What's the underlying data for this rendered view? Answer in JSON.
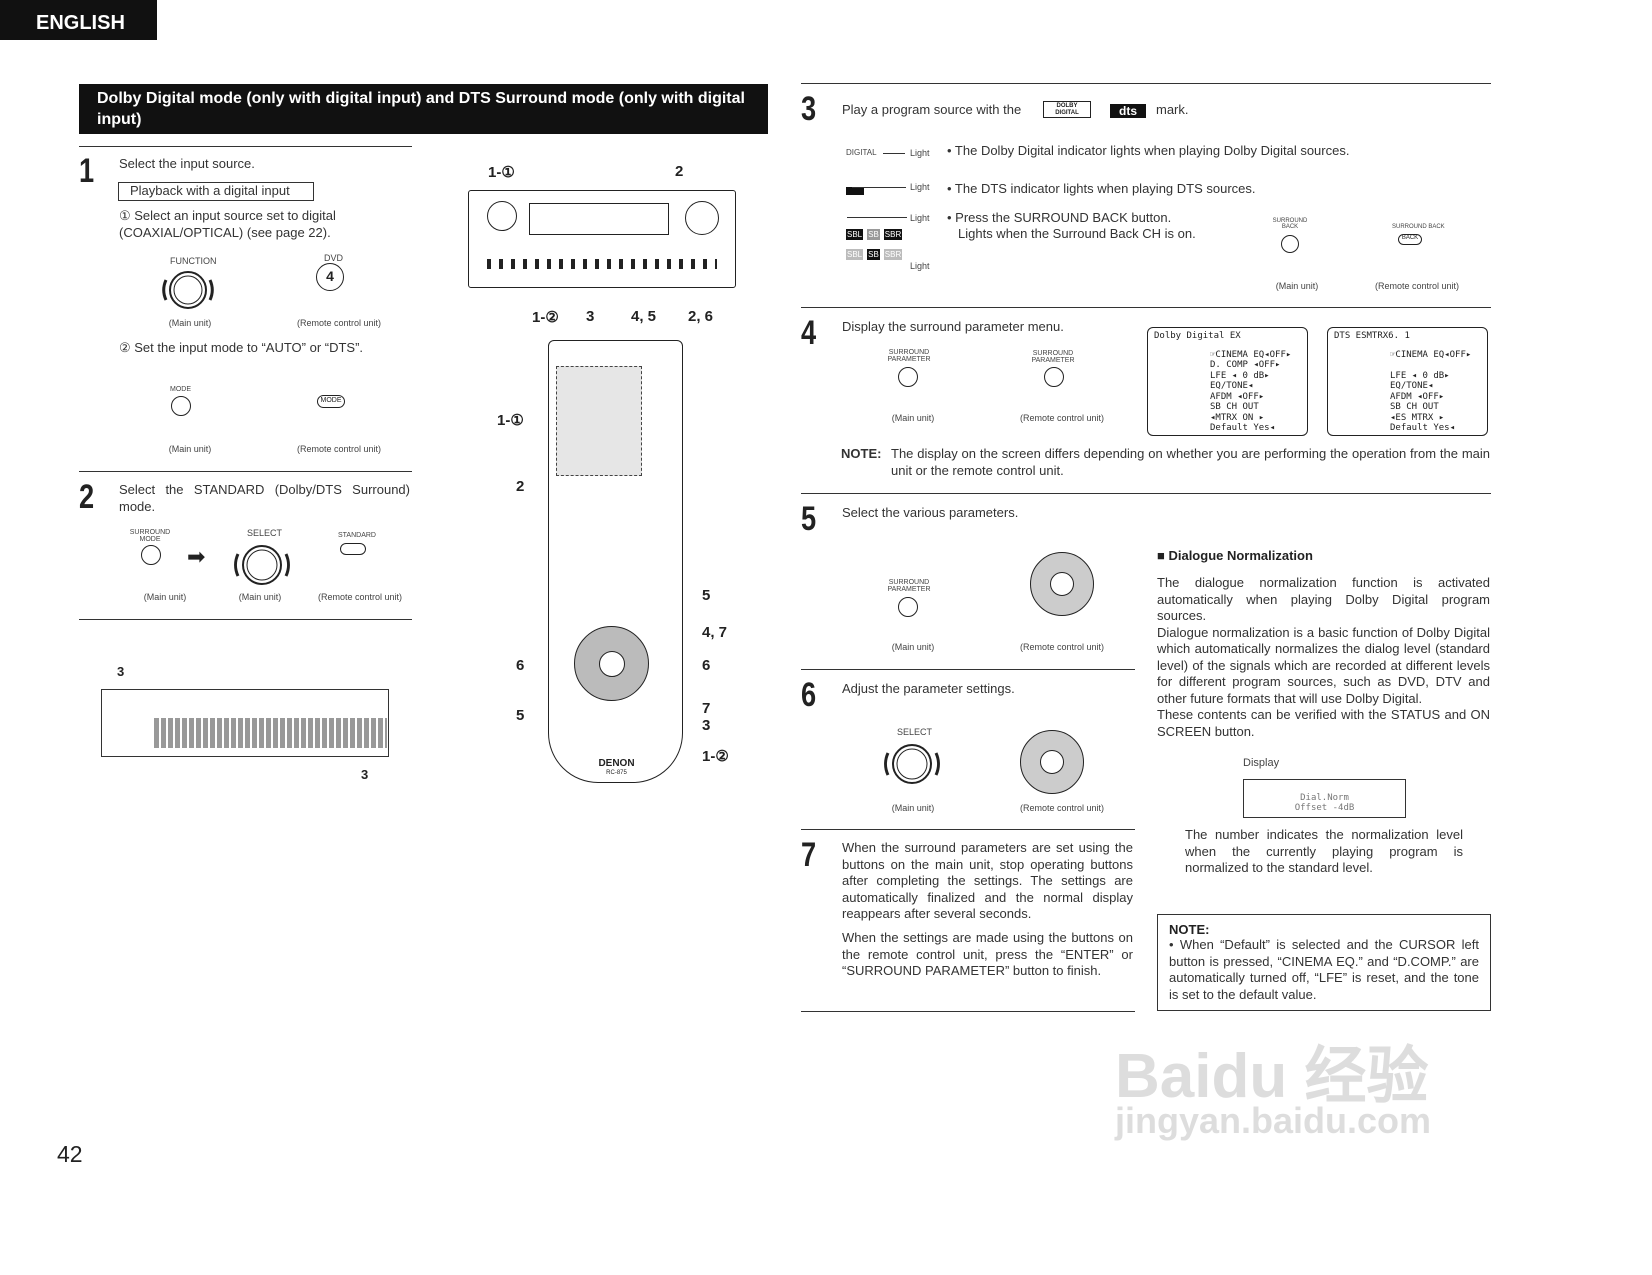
{
  "lang_tab": "ENGLISH",
  "page_number": "42",
  "section_title": "Dolby Digital mode (only with digital input) and DTS Surround mode (only with digital input)",
  "step1": {
    "num": "1",
    "text": "Select the input source.",
    "box": "Playback with a digital input",
    "sub1": "① Select an input source set to digital (COAXIAL/OPTICAL) (see page 22).",
    "function": "FUNCTION",
    "dvd": "DVD",
    "dvd_key": "4",
    "sub2": "② Set the input mode to “AUTO” or “DTS”.",
    "mode": "MODE",
    "mode_key": "MODE"
  },
  "step2": {
    "num": "2",
    "text": "Select the STANDARD (Dolby/DTS Surround) mode.",
    "surround_mode": "SURROUND MODE",
    "select": "SELECT",
    "standard": "STANDARD"
  },
  "captions": {
    "main": "(Main unit)",
    "remote": "(Remote control unit)"
  },
  "callouts": {
    "c1_1": "1-①",
    "c2": "2",
    "c1_2": "1-②",
    "c3": "3",
    "c45": "4, 5",
    "c26": "2, 6",
    "r1_1": "1-①",
    "r2": "2",
    "r5": "5",
    "r47": "4, 7",
    "r6l": "6",
    "r6r": "6",
    "r5b": "5",
    "r7": "7",
    "r3": "3",
    "r1_2": "1-②",
    "d3top": "3",
    "d3bot": "3"
  },
  "remote": {
    "brand": "DENON",
    "model": "RC-875"
  },
  "step3": {
    "num": "3",
    "text_pre": "Play a program source with the",
    "text_post": "mark.",
    "dolby_logo": "DOLBY DIGITAL",
    "dts_logo": "dts",
    "light": "Light",
    "dd_ind": "DIGITAL",
    "b1": "• The Dolby Digital indicator lights when playing Dolby Digital sources.",
    "b2": "• The DTS indicator lights when playing DTS sources.",
    "b3a": "• Press the SURROUND BACK button.",
    "b3b": "Lights when the Surround Back CH is on.",
    "sbl": "SBL",
    "sb": "SB",
    "sbr": "SBR",
    "surround_back": "SURROUND BACK",
    "back": "BACK"
  },
  "step4": {
    "num": "4",
    "text": "Display the surround parameter menu.",
    "surround_parameter": "SURROUND PARAMETER",
    "osd1": {
      "title": "Dolby Digital EX",
      "lines": [
        "☞CINEMA EQ◂OFF▸",
        "D. COMP  ◂OFF▸",
        "LFE ◂     0 dB▸",
        "EQ/TONE◂",
        "AFDM ◂OFF▸",
        "SB CH OUT",
        "◂MTRX ON    ▸",
        "Default  Yes◂"
      ]
    },
    "osd2": {
      "title": "DTS ESMTRX6. 1",
      "lines": [
        "☞CINEMA EQ◂OFF▸",
        "",
        "LFE ◂     0 dB▸",
        "EQ/TONE◂",
        "AFDM ◂OFF▸",
        "SB CH OUT",
        "◂ES MTRX    ▸",
        "Default  Yes◂"
      ]
    },
    "note_label": "NOTE:",
    "note": "The display on the screen differs depending on whether you are performing the operation from the main unit or the remote control unit."
  },
  "step5": {
    "num": "5",
    "text": "Select the various parameters.",
    "surround_parameter": "SURROUND PARAMETER"
  },
  "step6": {
    "num": "6",
    "text": "Adjust the parameter settings.",
    "select": "SELECT"
  },
  "step7": {
    "num": "7",
    "p1": "When the surround parameters are set using the buttons on the main unit, stop operating buttons after completing the settings. The settings are automatically finalized and the normal display reappears after several seconds.",
    "p2": "When the settings are made using the buttons on the remote control unit, press the “ENTER” or “SURROUND PARAMETER” button to finish."
  },
  "dialogue": {
    "title": "■ Dialogue Normalization",
    "p1": "The dialogue normalization function is activated automatically when playing Dolby Digital program sources.",
    "p2": "Dialogue normalization is a basic function of Dolby Digital which automatically normalizes the dialog level (standard level) of the signals which are recorded at different levels for different program sources, such as DVD, DTV and other future formats that will use Dolby Digital.",
    "p3": "These contents can be verified with the STATUS and ON SCREEN button.",
    "display_label": "Display",
    "display_l1": "Dial.Norm",
    "display_l2": "Offset  -4dB",
    "p4": "The number indicates the normalization level when the currently playing program is normalized to the standard level."
  },
  "note2": {
    "label": "NOTE:",
    "text": "• When “Default” is selected and the CURSOR left button is pressed, “CINEMA EQ.” and “D.COMP.” are automatically turned off, “LFE” is reset, and the tone is set to the default value."
  },
  "watermark": {
    "logo": "Baidu 经验",
    "url": "jingyan.baidu.com"
  }
}
